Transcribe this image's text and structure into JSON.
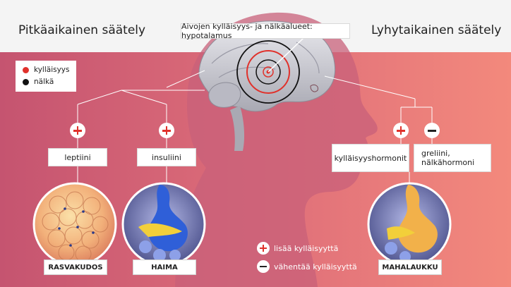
{
  "titles": {
    "long_term": "Pitkäaikainen säätely",
    "short_term": "Lyhytaikainen säätely",
    "brain_center": "Aivojen kylläisyys- ja nälkäalueet: hypotalamus"
  },
  "legend": {
    "satiety": "kylläisyys",
    "hunger": "nälkä",
    "satiety_color": "#e0312b",
    "hunger_color": "#111111"
  },
  "hormones": {
    "leptin": "leptiini",
    "insulin": "insuliini",
    "satiety_hormones": "kylläisyyshormonit",
    "ghrelin_line1": "greliini,",
    "ghrelin_line2": "nälkähormoni"
  },
  "organs": {
    "fat": "RASVAKUDOS",
    "pancreas": "HAIMA",
    "stomach": "MAHALAUKKU"
  },
  "key": {
    "plus": "lisää kylläisyyttä",
    "minus": "vähentää kylläisyyttä"
  },
  "colors": {
    "background_left": "#c9586f",
    "background_right": "#f28b7e",
    "accent_red": "#e0312b"
  }
}
